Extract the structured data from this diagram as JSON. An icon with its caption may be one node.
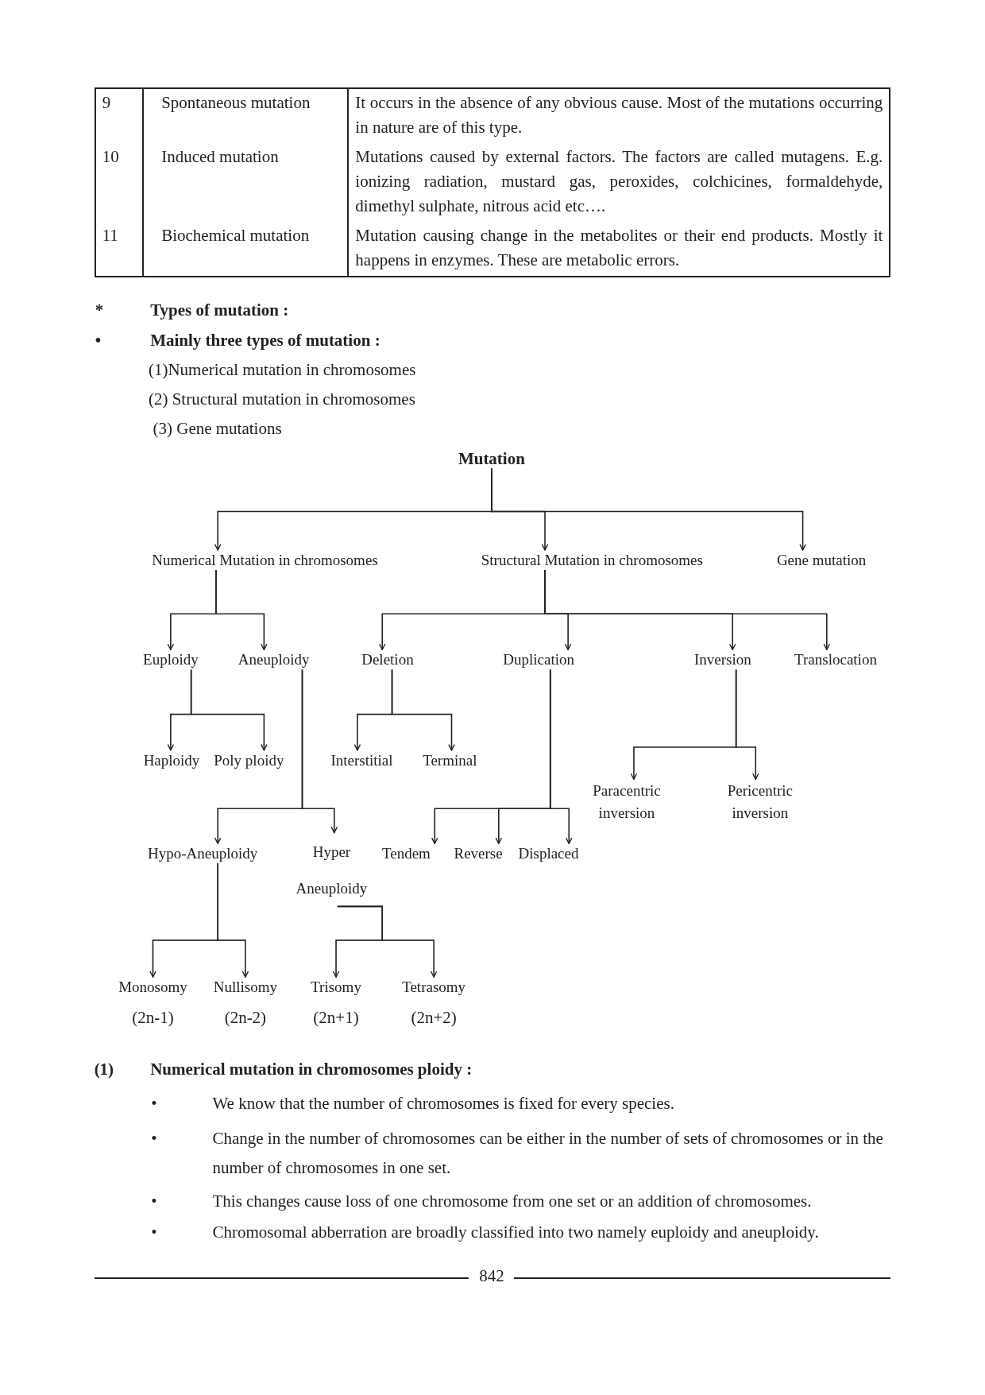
{
  "diagram": {
    "nodes": [
      {
        "text": [
          "Mutation"
        ]
      },
      {
        "text": [
          "Numerical Mutation in chromosomes"
        ]
      },
      {
        "text": [
          "Structural Mutation in chromosomes"
        ]
      },
      {
        "text": [
          "Gene mutation"
        ]
      },
      {
        "text": [
          "Euploidy"
        ]
      },
      {
        "text": [
          "Aneuploidy"
        ]
      },
      {
        "text": [
          "Deletion"
        ]
      },
      {
        "text": [
          "Duplication"
        ]
      },
      {
        "text": [
          "Inversion"
        ]
      },
      {
        "text": [
          "Translocation"
        ]
      },
      {
        "text": [
          "Haploidy"
        ]
      },
      {
        "text": [
          "Poly ploidy"
        ]
      },
      {
        "text": [
          "Interstitial"
        ]
      },
      {
        "text": [
          "Terminal"
        ]
      },
      {
        "text": [
          "Paracentric inversion"
        ]
      },
      {
        "text": [
          "Pericentric inversion"
        ]
      },
      {
        "text": [
          "Hypo-Aneuploidy"
        ]
      },
      {
        "text": [
          "Hyper Aneuploidy"
        ]
      },
      {
        "text": [
          "Tendem"
        ]
      },
      {
        "text": [
          "Reverse"
        ]
      },
      {
        "text": [
          "Displaced"
        ]
      },
      {
        "text": [
          "Monosomy"
        ],
        "beside": [
          "(2n-1)"
        ]
      },
      {
        "text": [
          "Nullisomy"
        ],
        "beside": [
          "(2n-2)"
        ]
      },
      {
        "text": [
          "Trisomy"
        ],
        "beside": [
          "(2n+1)"
        ]
      },
      {
        "text": [
          "Tetrasomy"
        ],
        "beside": [
          "(2n+2)"
        ]
      }
    ],
    "edges": [
      {
        "from": 0,
        "to": 1,
        "arrow": "to"
      },
      {
        "from": 0,
        "to": 2,
        "arrow": "to"
      },
      {
        "from": 0,
        "to": 3,
        "arrow": "to"
      },
      {
        "from": 1,
        "to": 4,
        "arrow": "to"
      },
      {
        "from": 1,
        "to": 5,
        "arrow": "to"
      },
      {
        "from": 2,
        "to": 6,
        "arrow": "to"
      },
      {
        "from": 2,
        "to": 7,
        "arrow": "to"
      },
      {
        "from": 2,
        "to": 8,
        "arrow": "to"
      },
      {
        "from": 2,
        "to": 9,
        "arrow": "to"
      },
      {
        "from": 4,
        "to": 10,
        "arrow": "to"
      },
      {
        "from": 4,
        "to": 11,
        "arrow": "to"
      },
      {
        "from": 6,
        "to": 12,
        "arrow": "to"
      },
      {
        "from": 6,
        "to": 13,
        "arrow": "to"
      },
      {
        "from": 8,
        "to": 14,
        "arrow": "to"
      },
      {
        "from": 8,
        "to": 15,
        "arrow": "to"
      },
      {
        "from": 5,
        "to": 16,
        "arrow": "to"
      },
      {
        "from": 5,
        "to": 17,
        "arrow": "to"
      },
      {
        "from": 7,
        "to": 18,
        "arrow": "to"
      },
      {
        "from": 7,
        "to": 19,
        "arrow": "to"
      },
      {
        "from": 7,
        "to": 20,
        "arrow": "to"
      },
      {
        "from": 16,
        "to": 21,
        "arrow": "to"
      },
      {
        "from": 16,
        "to": 22,
        "arrow": "to"
      },
      {
        "from": 17,
        "to": 23,
        "arrow": "to"
      },
      {
        "from": 17,
        "to": 24,
        "arrow": "to"
      }
    ],
    "labels": [
      "9",
      "Spontaneous mutation",
      "It occurs in the absence of any obvious cause. Most of the mutations occurring in nature are of this type.",
      "10",
      "Induced mutation",
      "Mutations caused by external factors. The factors are called mutagens. E.g. ionizing radiation, mustard gas, peroxides, colchicines, formaldehyde, dimethyl sulphate, nitrous acid etc….",
      "11",
      "Biochemical mutation",
      "Mutation causing change in the metabolites or their end products. Mostly it happens in enzymes. These are metabolic errors.",
      "*",
      "Types of mutation :",
      "•",
      "Mainly three types of mutation :",
      "(1)Numerical mutation in chromosomes",
      "(2) Structural mutation in chromosomes",
      "(3) Gene mutations",
      "(1)",
      "Numerical mutation in chromosomes ploidy :",
      "•",
      "We know that the number of chromosomes is fixed for every species.",
      "•",
      "Change in the number of chromosomes can be either in the number of sets of chromosomes or in the number of chromosomes in one set.",
      "•",
      "This changes cause loss of one chromosome from one set or an addition of chromosomes.",
      "•",
      "Chromosomal abberration are broadly classified into two namely euploidy and aneuploidy.",
      "842"
    ]
  }
}
